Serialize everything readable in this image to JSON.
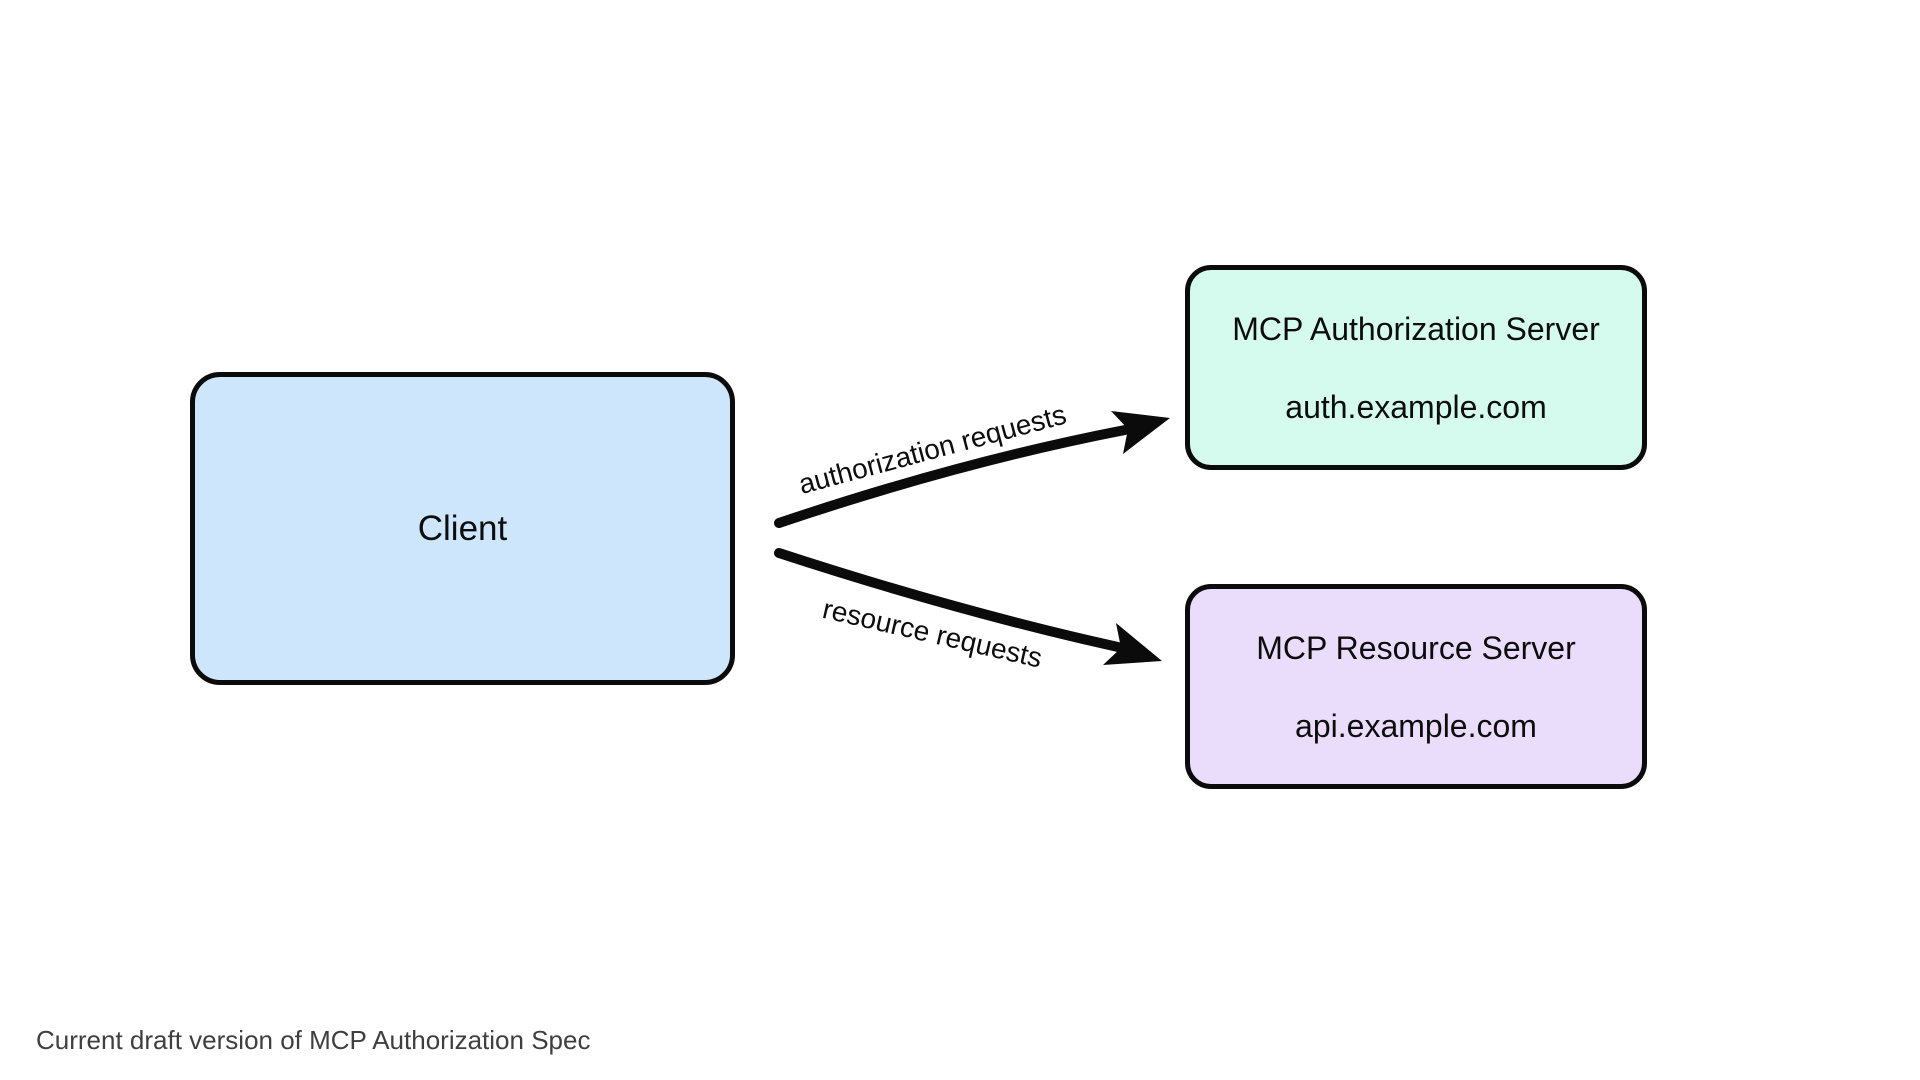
{
  "colors": {
    "background": "#ffffff",
    "border": "#0b0b0b",
    "arrow": "#0b0b0b",
    "node_text": "#0d0d0d",
    "caption_text": "#3f3f3f",
    "client_fill": "#cee6fc",
    "auth_server_fill": "#d5fbee",
    "resource_server_fill": "#e9ddfb"
  },
  "nodes": {
    "client": {
      "label": "Client"
    },
    "auth_server": {
      "title": "MCP Authorization Server",
      "subtitle": "auth.example.com"
    },
    "resource_server": {
      "title": "MCP Resource Server",
      "subtitle": "api.example.com"
    }
  },
  "edges": {
    "authorization": {
      "label": "authorization requests"
    },
    "resource": {
      "label": "resource requests"
    }
  },
  "caption": {
    "text": "Current draft version of MCP Authorization Spec"
  }
}
